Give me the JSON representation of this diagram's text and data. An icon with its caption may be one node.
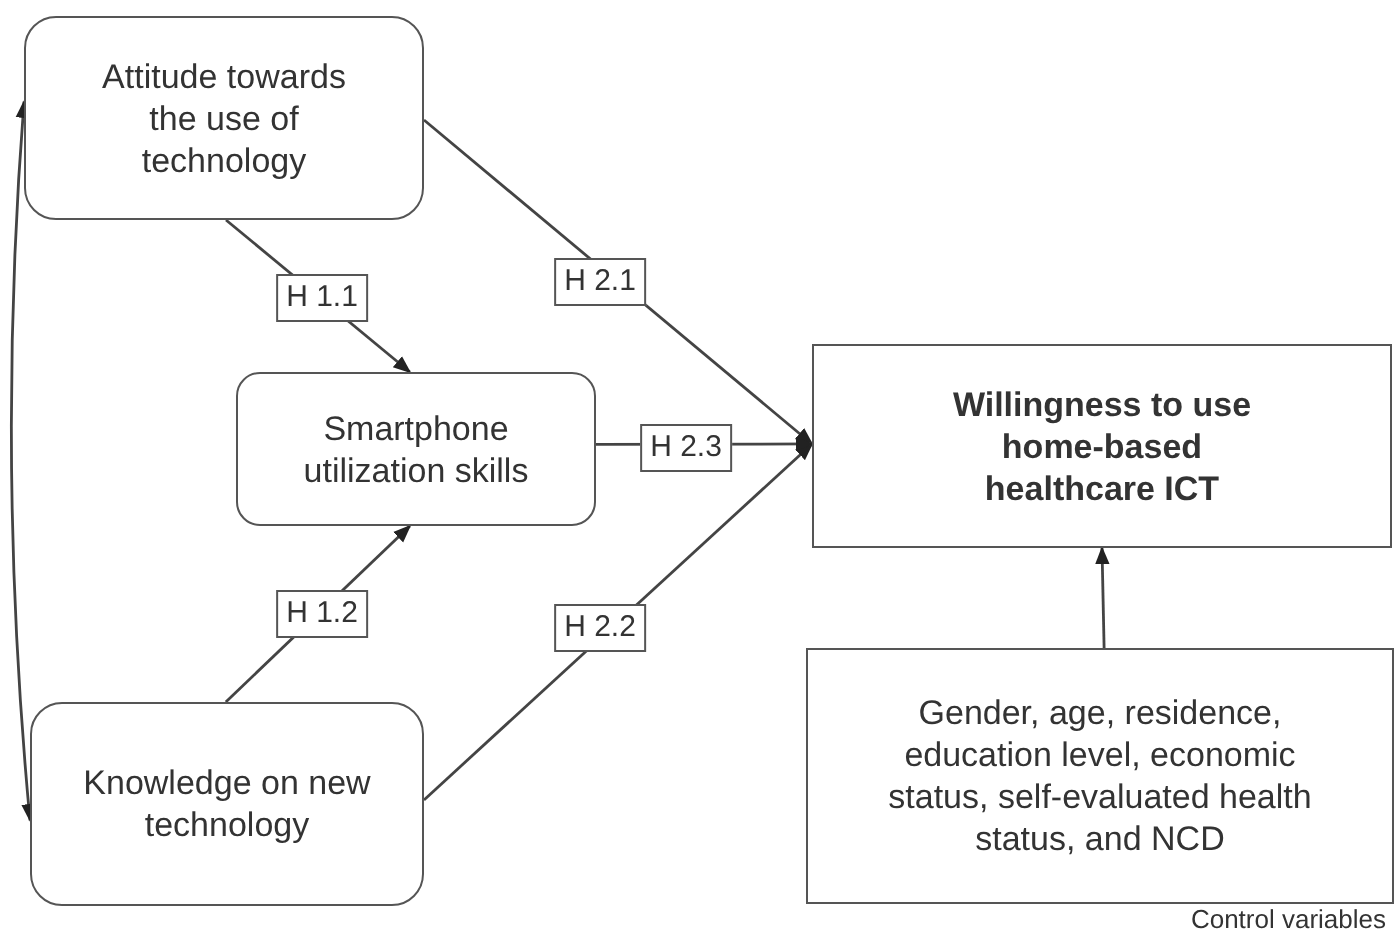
{
  "diagram": {
    "nodes": [
      {
        "text": [
          "Attitude towards the use of technology"
        ]
      },
      {
        "text": [
          "Smartphone utilization skills"
        ]
      },
      {
        "text": [
          "Knowledge on new technology"
        ]
      },
      {
        "text": [
          "Willingness to use home-based healthcare ICT"
        ]
      },
      {
        "text": [
          "Gender, age, residence, education level, economic status, self-evaluated health status, and NCD"
        ],
        "beside": [
          "Control variables"
        ]
      }
    ],
    "edges": [
      {
        "from": 0,
        "to": 1,
        "arrow": "to",
        "label": "H 1.1"
      },
      {
        "from": 2,
        "to": 1,
        "arrow": "to",
        "label": "H 1.2"
      },
      {
        "from": 0,
        "to": 3,
        "arrow": "to",
        "label": "H 2.1"
      },
      {
        "from": 2,
        "to": 3,
        "arrow": "to",
        "label": "H 2.2"
      },
      {
        "from": 1,
        "to": 3,
        "arrow": "to",
        "label": "H 2.3"
      },
      {
        "from": 4,
        "to": 3,
        "arrow": "to"
      },
      {
        "from": 0,
        "to": 2,
        "arrow": "both"
      }
    ]
  }
}
